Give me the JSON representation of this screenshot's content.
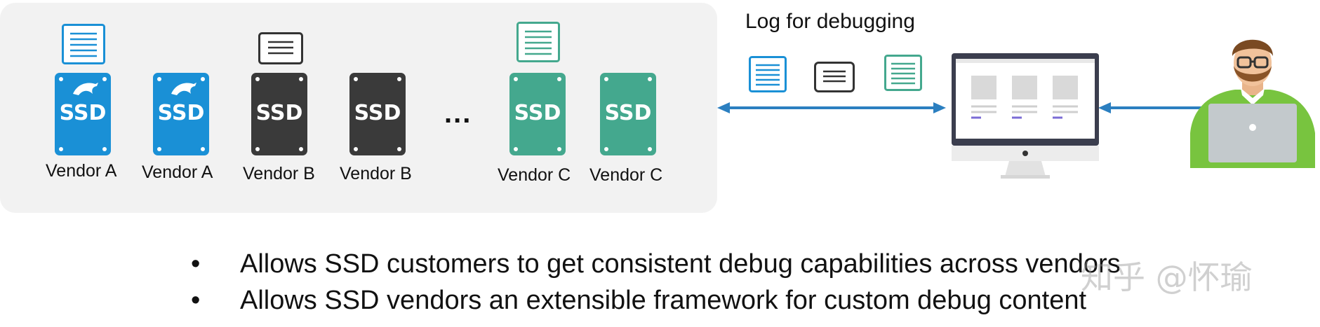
{
  "title": "Log for debugging",
  "ssd_label": "SSD",
  "ellipsis": "...",
  "drives": [
    {
      "vendor": "Vendor A",
      "color": "#1a90d6",
      "logo": "dolphin-icon"
    },
    {
      "vendor": "Vendor A",
      "color": "#1a90d6",
      "logo": "dolphin-icon"
    },
    {
      "vendor": "Vendor B",
      "color": "#3a3a3a",
      "logo": ""
    },
    {
      "vendor": "Vendor B",
      "color": "#3a3a3a",
      "logo": ""
    },
    {
      "vendor": "Vendor C",
      "color": "#44a88e",
      "logo": ""
    },
    {
      "vendor": "Vendor C",
      "color": "#44a88e",
      "logo": ""
    }
  ],
  "log_doc_colors": {
    "vendor_a": "#1a90d6",
    "vendor_b": "#333333",
    "vendor_c": "#44a88e"
  },
  "arrow_color": "#2b7fc0",
  "bullets": [
    "Allows SSD customers to get consistent debug capabilities across vendors",
    "Allows SSD vendors an extensible framework for custom debug content"
  ],
  "watermark": "知乎 @怀瑜"
}
